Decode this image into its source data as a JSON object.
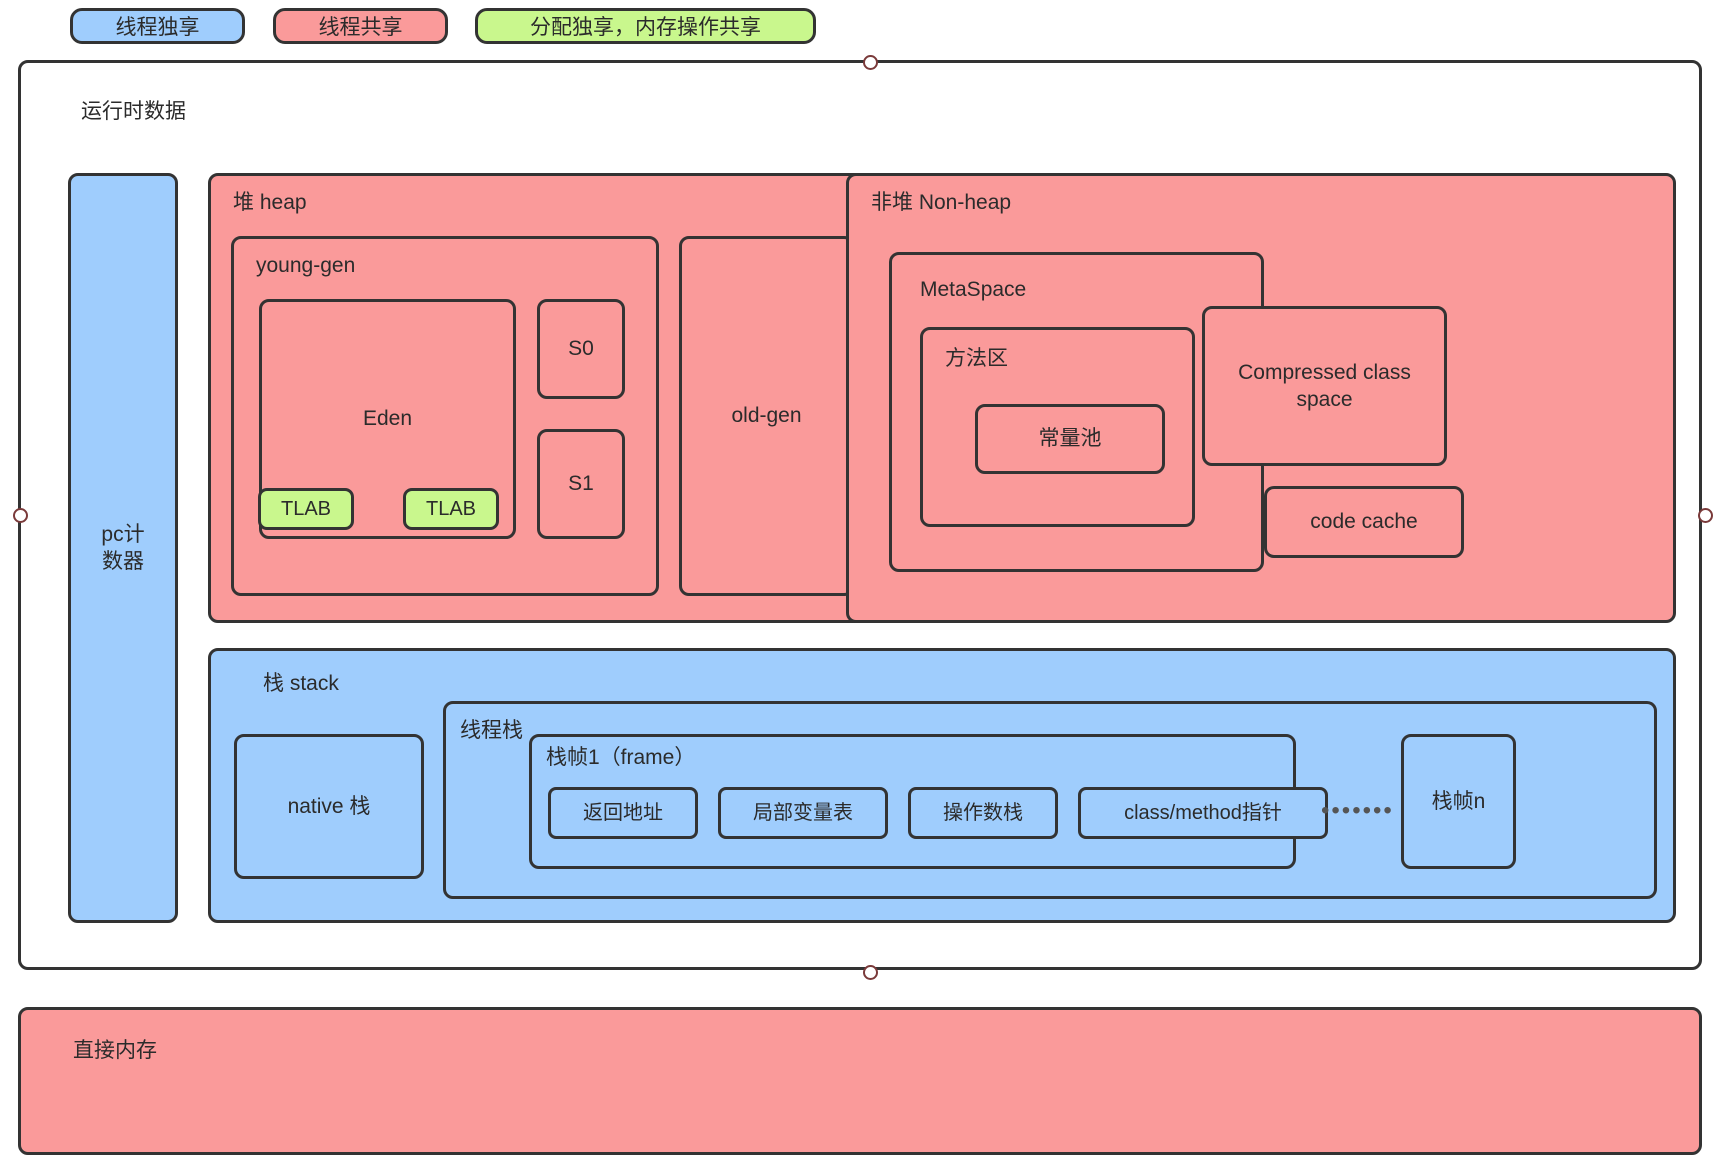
{
  "legend": {
    "items": [
      {
        "label": "线程独享",
        "color": "#9fcdfd"
      },
      {
        "label": "线程共享",
        "color": "#fa9a9a"
      },
      {
        "label": "分配独享，内存操作共享",
        "color": "#c9f78d"
      }
    ]
  },
  "runtime": {
    "title": "运行时数据",
    "pc_counter": "pc计\n数器",
    "pc_counter_line1": "pc计",
    "pc_counter_line2": "数器"
  },
  "heap": {
    "title": "堆 heap",
    "young_gen": {
      "title": "young-gen",
      "eden": "Eden",
      "tlab_1": "TLAB",
      "tlab_2": "TLAB",
      "s0": "S0",
      "s1": "S1"
    },
    "old_gen": "old-gen"
  },
  "nonheap": {
    "title": "非堆 Non-heap",
    "metaspace": {
      "title": "MetaSpace",
      "method_area": "方法区",
      "constant_pool": "常量池"
    },
    "compressed_class_space": "Compressed class space",
    "code_cache": "code cache"
  },
  "stack": {
    "title": "栈 stack",
    "native_stack": "native 栈",
    "thread_stack": {
      "title": "线程栈",
      "frame1": {
        "title": "栈帧1（frame）",
        "slots": [
          "返回地址",
          "局部变量表",
          "操作数栈",
          "class/method指针"
        ]
      },
      "ellipsis": "•••••••",
      "frame_n": "栈帧n"
    }
  },
  "direct_memory": {
    "title": "直接内存"
  },
  "ports": [
    {
      "name": "port-top"
    },
    {
      "name": "port-left"
    },
    {
      "name": "port-right"
    },
    {
      "name": "port-bottom"
    }
  ]
}
